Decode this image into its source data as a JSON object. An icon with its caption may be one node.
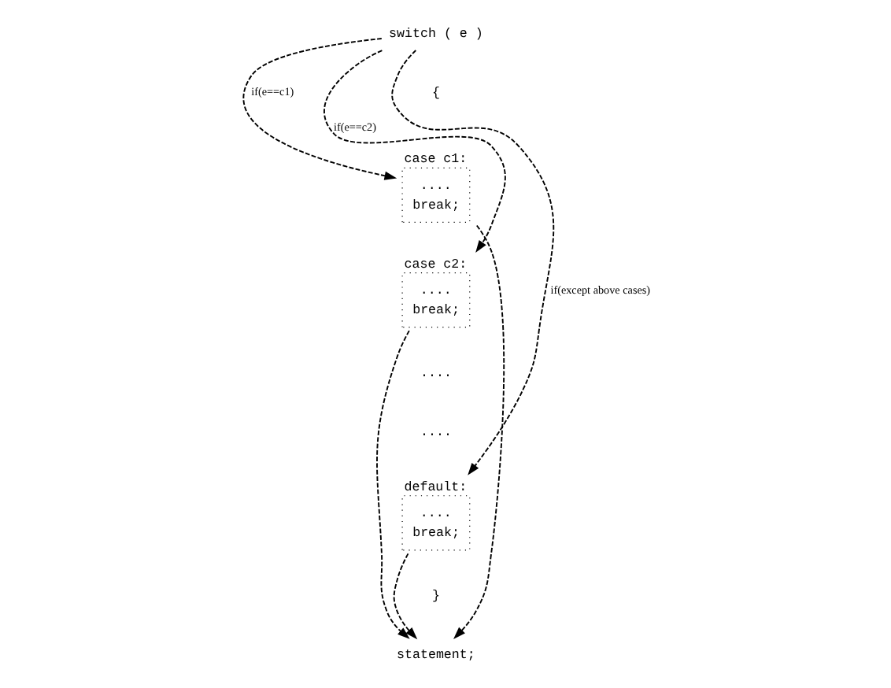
{
  "diagram": {
    "nodes": [
      {
        "text": [
          "switch ( e )"
        ]
      },
      {
        "text": [
          "case c1:",
          "....",
          "break;"
        ]
      },
      {
        "text": [
          "case c2:",
          "....",
          "break;"
        ]
      },
      {
        "text": [
          "default:",
          "....",
          "break;"
        ]
      },
      {
        "text": [
          "statement;"
        ]
      }
    ],
    "edges": [
      {
        "from": 0,
        "to": 1,
        "arrow": "to",
        "style": "dashed",
        "label": "if(e==c1)"
      },
      {
        "from": 0,
        "to": 2,
        "arrow": "to",
        "style": "dashed",
        "label": "if(e==c2)"
      },
      {
        "from": 0,
        "to": 3,
        "arrow": "to",
        "style": "dashed",
        "label": "if(except above cases)"
      },
      {
        "from": 1,
        "to": 4,
        "arrow": "to",
        "style": "dashed"
      },
      {
        "from": 2,
        "to": 4,
        "arrow": "to",
        "style": "dashed"
      },
      {
        "from": 3,
        "to": 4,
        "arrow": "to",
        "style": "dashed"
      }
    ],
    "labels": [
      "{",
      "....",
      "....",
      "}"
    ]
  }
}
